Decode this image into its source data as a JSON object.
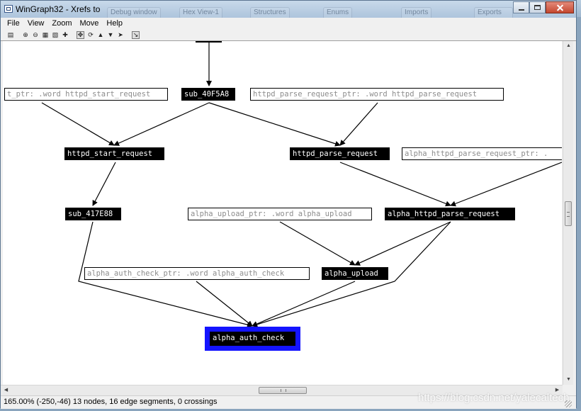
{
  "window": {
    "title": "WinGraph32 - Xrefs to"
  },
  "background_tabs": [
    "Debug window",
    "Hex View-1",
    "Structures",
    "Enums",
    "Imports",
    "Exports"
  ],
  "menu": [
    "File",
    "View",
    "Zoom",
    "Move",
    "Help"
  ],
  "toolbar_icons": [
    "print-icon",
    "zoom-in-icon",
    "zoom-out-icon",
    "fit-window-icon",
    "zoom-100-icon",
    "center-icon",
    "move-graph-icon",
    "rotate-icon",
    "move-node-icon",
    "reduce-icon",
    "expand-icon",
    "arrow-select-icon"
  ],
  "graph": {
    "nodes": [
      {
        "id": "n_start_ptr",
        "label": "t_ptr: .word httpd_start_request",
        "kind": "data"
      },
      {
        "id": "n_sub40F5A8",
        "label": "sub_40F5A8",
        "kind": "func"
      },
      {
        "id": "n_parse_ptr",
        "label": "httpd_parse_request_ptr: .word httpd_parse_request",
        "kind": "data"
      },
      {
        "id": "n_start",
        "label": "httpd_start_request",
        "kind": "func"
      },
      {
        "id": "n_parse",
        "label": "httpd_parse_request",
        "kind": "func"
      },
      {
        "id": "n_alpha_parse_ptr",
        "label": "alpha_httpd_parse_request_ptr: .",
        "kind": "data"
      },
      {
        "id": "n_sub417E88",
        "label": "sub_417E88",
        "kind": "func"
      },
      {
        "id": "n_upload_ptr",
        "label": "alpha_upload_ptr: .word alpha_upload",
        "kind": "data"
      },
      {
        "id": "n_alpha_parse",
        "label": "alpha_httpd_parse_request",
        "kind": "func"
      },
      {
        "id": "n_auth_ptr",
        "label": "alpha_auth_check_ptr: .word alpha_auth_check",
        "kind": "data"
      },
      {
        "id": "n_upload",
        "label": "alpha_upload",
        "kind": "func"
      },
      {
        "id": "n_auth",
        "label": "alpha_auth_check",
        "kind": "func",
        "selected": true
      }
    ],
    "selection_color": "#1414ff"
  },
  "status": {
    "text": "165.00% (-250,-46) 13 nodes, 16 edge segments, 0 crossings"
  },
  "watermark": "https://blog.csdn.net/yalecaltech"
}
